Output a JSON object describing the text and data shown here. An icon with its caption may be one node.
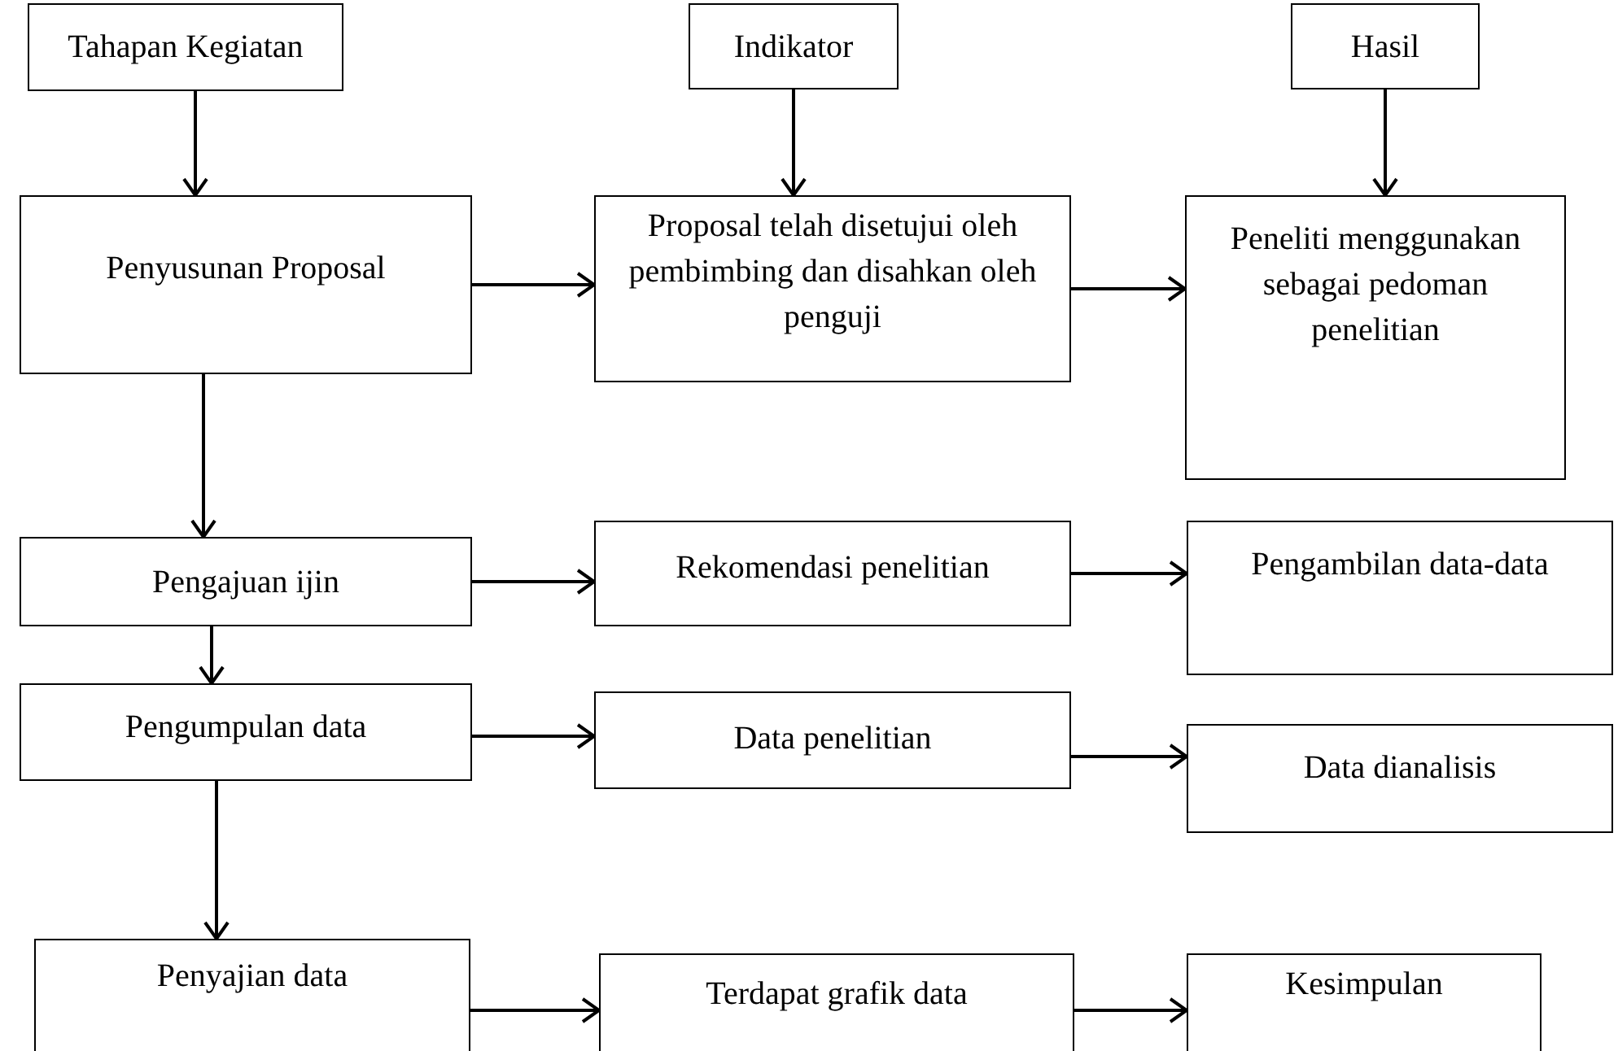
{
  "diagram": {
    "nodes": [
      {
        "text": [
          "Tahapan Kegiatan"
        ]
      },
      {
        "text": [
          "Indikator"
        ]
      },
      {
        "text": [
          "Hasil"
        ]
      },
      {
        "text": [
          "Penyusunan Proposal"
        ]
      },
      {
        "text": [
          "Proposal telah disetujui oleh pembimbing dan disahkan oleh penguji"
        ]
      },
      {
        "text": [
          "Peneliti menggunakan sebagai pedoman penelitian"
        ]
      },
      {
        "text": [
          "Pengajuan ijin"
        ]
      },
      {
        "text": [
          "Rekomendasi penelitian"
        ]
      },
      {
        "text": [
          "Pengambilan data-data"
        ]
      },
      {
        "text": [
          "Pengumpulan data"
        ]
      },
      {
        "text": [
          "Data penelitian"
        ]
      },
      {
        "text": [
          "Data dianalisis"
        ]
      },
      {
        "text": [
          "Penyajian data"
        ]
      },
      {
        "text": [
          "Terdapat grafik data"
        ]
      },
      {
        "text": [
          "Kesimpulan"
        ]
      }
    ],
    "edges": [
      {
        "from": 0,
        "to": 3,
        "arrow": "to"
      },
      {
        "from": 1,
        "to": 4,
        "arrow": "to"
      },
      {
        "from": 2,
        "to": 5,
        "arrow": "to"
      },
      {
        "from": 3,
        "to": 4,
        "arrow": "to"
      },
      {
        "from": 4,
        "to": 5,
        "arrow": "to"
      },
      {
        "from": 3,
        "to": 6,
        "arrow": "to"
      },
      {
        "from": 6,
        "to": 7,
        "arrow": "to"
      },
      {
        "from": 7,
        "to": 8,
        "arrow": "to"
      },
      {
        "from": 6,
        "to": 9,
        "arrow": "to"
      },
      {
        "from": 9,
        "to": 10,
        "arrow": "to"
      },
      {
        "from": 10,
        "to": 11,
        "arrow": "to"
      },
      {
        "from": 9,
        "to": 12,
        "arrow": "to"
      },
      {
        "from": 12,
        "to": 13,
        "arrow": "to"
      },
      {
        "from": 13,
        "to": 14,
        "arrow": "to"
      }
    ]
  }
}
